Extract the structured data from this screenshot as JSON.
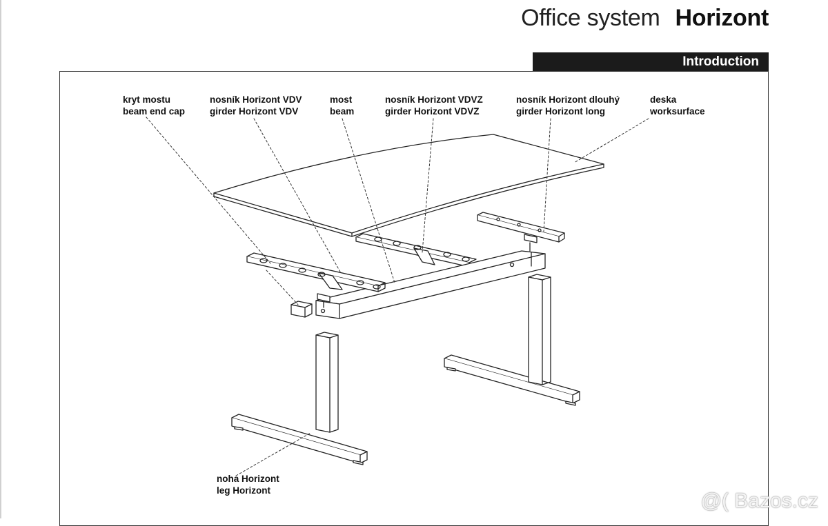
{
  "header": {
    "title_light": "Office system",
    "title_bold": "Horizont",
    "section_tab": "Introduction"
  },
  "labels": {
    "beam_end_cap": {
      "cs": "kryt mostu",
      "en": "beam end cap"
    },
    "girder_vdv": {
      "cs": "nosník Horizont VDV",
      "en": "girder Horizont VDV"
    },
    "beam": {
      "cs": "most",
      "en": "beam"
    },
    "girder_vdvz": {
      "cs": "nosník Horizont VDVZ",
      "en": "girder Horizont VDVZ"
    },
    "girder_long": {
      "cs": "nosník Horizont dlouhý",
      "en": "girder Horizont long"
    },
    "worksurface": {
      "cs": "deska",
      "en": "worksurface"
    },
    "leg": {
      "cs": "noha Horizont",
      "en": "leg Horizont"
    }
  },
  "watermark": "@( Bazos.cz"
}
